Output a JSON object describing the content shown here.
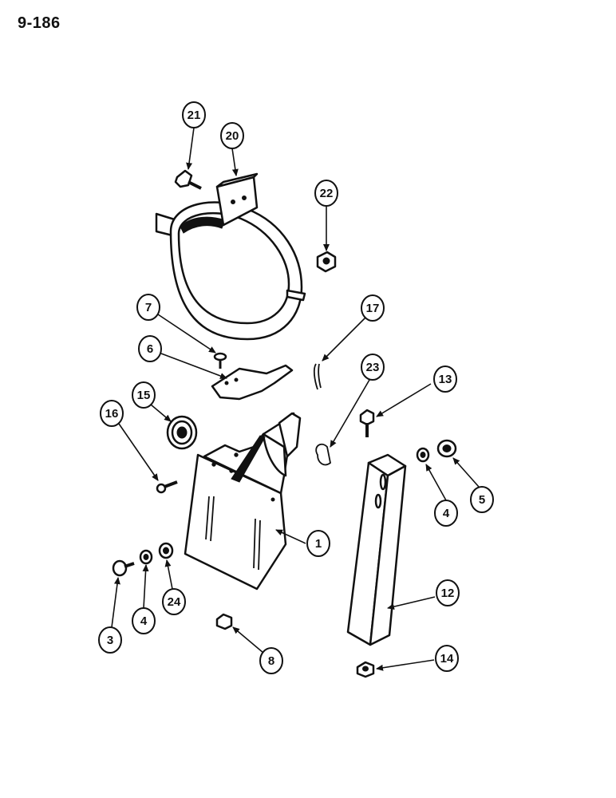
{
  "page_number": "9-186",
  "callouts": {
    "c1": "1",
    "c3": "3",
    "c4a": "4",
    "c4b": "4",
    "c5": "5",
    "c6": "6",
    "c7": "7",
    "c8": "8",
    "c12": "12",
    "c13": "13",
    "c14": "14",
    "c15": "15",
    "c16": "16",
    "c17": "17",
    "c20": "20",
    "c21": "21",
    "c22": "22",
    "c23": "23",
    "c24": "24"
  }
}
